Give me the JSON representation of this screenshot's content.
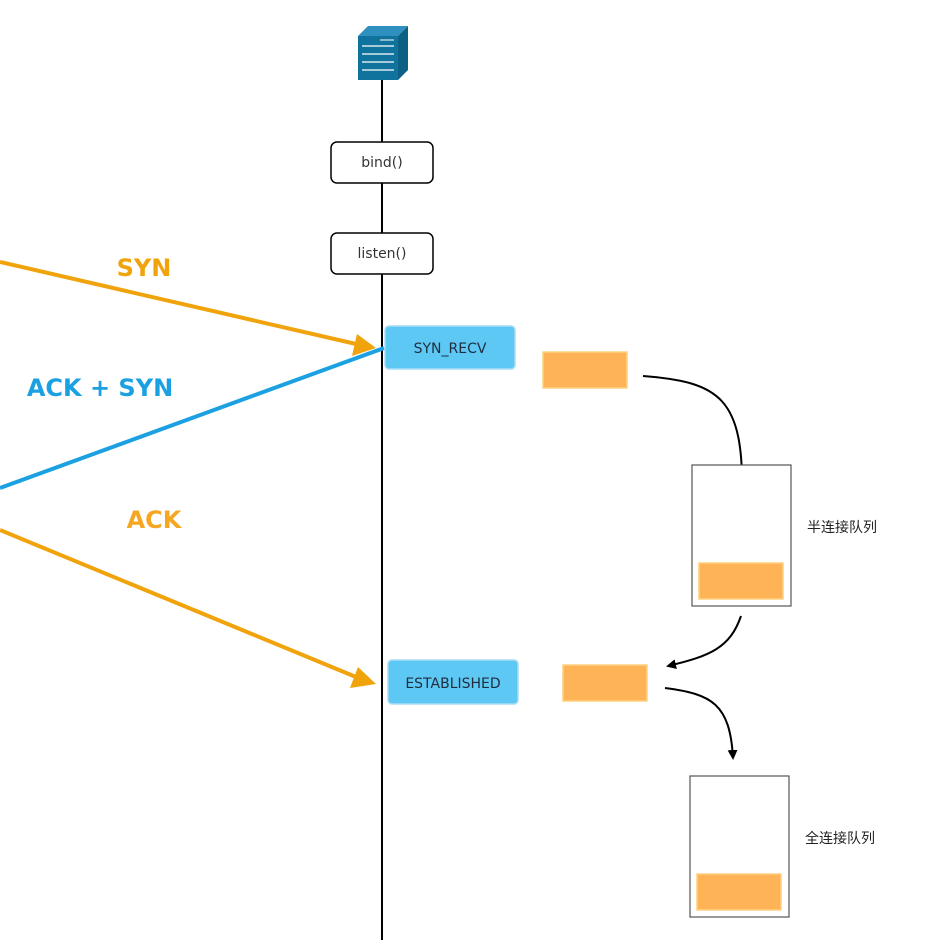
{
  "server_icon": "server-icon",
  "steps": {
    "bind": "bind()",
    "listen": "listen()"
  },
  "states": {
    "syn_recv": "SYN_RECV",
    "established": "ESTABLISHED"
  },
  "messages": {
    "syn": "SYN",
    "ack_syn": "ACK + SYN",
    "ack": "ACK"
  },
  "queues": {
    "half": "半连接队列",
    "full": "全连接队列"
  },
  "colors": {
    "syn": "#f0a30a",
    "ack_syn": "#1ba1e2",
    "ack_line": "#f0a30a",
    "ack_text": "#f5a623",
    "state_fill": "#5ec8f5",
    "item_fill": "#ffb357",
    "server": "#10739e"
  }
}
